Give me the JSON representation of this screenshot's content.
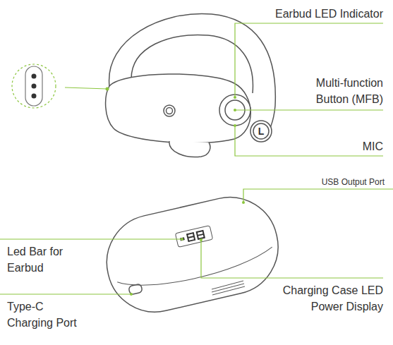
{
  "diagram": {
    "labels": [
      "Earbud LED Indicator",
      "Multi-function Button (MFB)",
      "MIC",
      "L",
      "USB Output Port",
      "Led Bar for Earbud",
      "Charging Case LED Power Display",
      "Type-C Charging Port"
    ]
  }
}
